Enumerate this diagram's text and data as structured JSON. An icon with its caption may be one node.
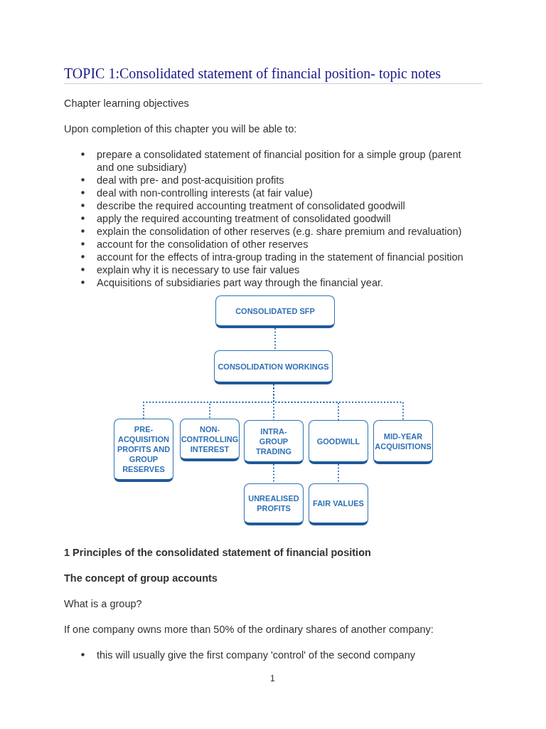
{
  "diagram": {
    "title": "TOPIC 1:Consolidated statement of financial position- topic notes",
    "nodes": [
      {
        "text": [
          "CONSOLIDATED SFP"
        ]
      },
      {
        "text": [
          "CONSOLIDATION WORKINGS"
        ]
      },
      {
        "text": [
          "PRE-ACQUISITION PROFITS AND GROUP RESERVES"
        ]
      },
      {
        "text": [
          "NON-CONTROLLING INTEREST"
        ]
      },
      {
        "text": [
          "INTRA-GROUP TRADING"
        ]
      },
      {
        "text": [
          "GOODWILL"
        ]
      },
      {
        "text": [
          "MID-YEAR ACQUISITIONS"
        ]
      },
      {
        "text": [
          "UNREALISED PROFITS"
        ]
      },
      {
        "text": [
          "FAIR VALUES"
        ]
      }
    ],
    "edges": [
      {
        "from": 0,
        "to": 1,
        "arrow": "none",
        "style": "dashed"
      },
      {
        "from": 1,
        "to": 2,
        "arrow": "none",
        "style": "dashed"
      },
      {
        "from": 1,
        "to": 3,
        "arrow": "none",
        "style": "dashed"
      },
      {
        "from": 1,
        "to": 4,
        "arrow": "none",
        "style": "dashed"
      },
      {
        "from": 1,
        "to": 5,
        "arrow": "none",
        "style": "dashed"
      },
      {
        "from": 1,
        "to": 6,
        "arrow": "none",
        "style": "dashed"
      },
      {
        "from": 4,
        "to": 7,
        "arrow": "none",
        "style": "dashed"
      },
      {
        "from": 5,
        "to": 8,
        "arrow": "none",
        "style": "dashed"
      }
    ],
    "labels": [
      "Chapter learning objectives",
      "Upon completion of this chapter you will be able to:",
      "prepare a consolidated statement of financial position for a simple group (parent and one subsidiary)",
      "deal with pre- and post-acquisition profits",
      "deal with non-controlling interests (at fair value)",
      "describe the required accounting treatment of consolidated goodwill",
      "apply the required accounting treatment of consolidated goodwill",
      "explain the consolidation of other reserves (e.g. share premium and revaluation)",
      "account for the consolidation of other reserves",
      "account for the effects of intra-group trading in the statement of financial position",
      "explain why it is necessary to use fair values",
      "Acquisitions of subsidiaries part way through the financial year.",
      "1 Principles of the consolidated statement of financial position",
      "The concept of group accounts",
      "What is a group?",
      "If one company owns more than 50% of the ordinary shares of another company:",
      "this will usually give the first company 'control' of the second company",
      "1"
    ]
  }
}
